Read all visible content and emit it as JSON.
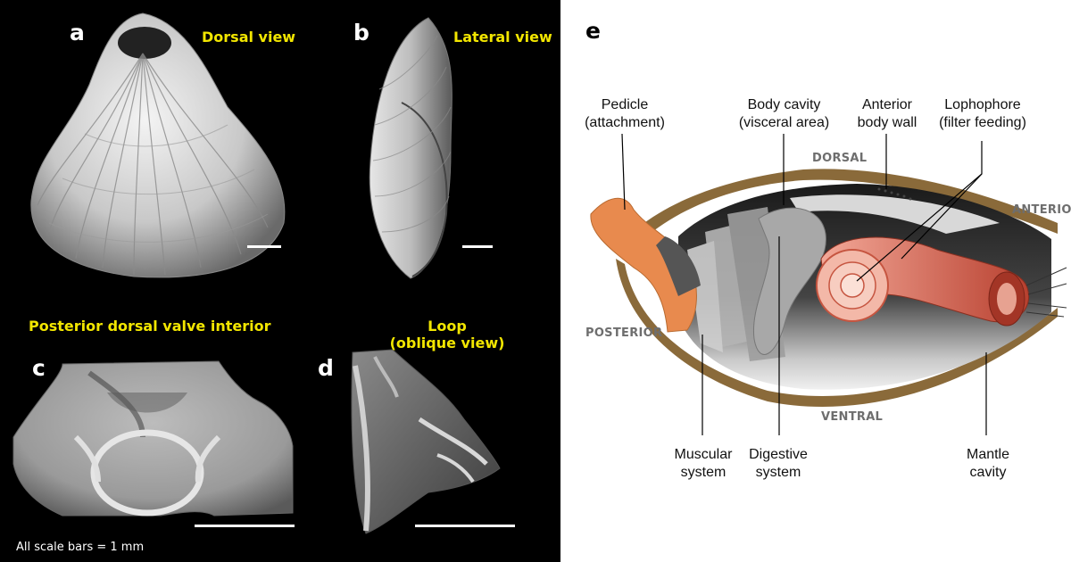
{
  "panels": {
    "a": {
      "letter": "a",
      "label": "Dorsal view"
    },
    "b": {
      "letter": "b",
      "label": "Lateral view"
    },
    "c": {
      "letter": "c",
      "label": "Posterior dorsal valve interior"
    },
    "d": {
      "letter": "d",
      "label_line1": "Loop",
      "label_line2": "(oblique view)"
    },
    "e": {
      "letter": "e"
    }
  },
  "footnote": "All scale bars = 1 mm",
  "anatomy": {
    "orientation": {
      "dorsal": "DORSAL",
      "ventral": "VENTRAL",
      "anterior": "ANTERIOR",
      "posterior": "POSTERIOR"
    },
    "labels": {
      "pedicle": {
        "line1": "Pedicle",
        "line2": "(attachment)"
      },
      "body_cavity": {
        "line1": "Body cavity",
        "line2": "(visceral area)"
      },
      "anterior_body_wall": {
        "line1": "Anterior",
        "line2": "body wall"
      },
      "lophophore": {
        "line1": "Lophophore",
        "line2": "(filter feeding)"
      },
      "muscular_system": {
        "line1": "Muscular",
        "line2": "system"
      },
      "digestive_system": {
        "line1": "Digestive",
        "line2": "system"
      },
      "mantle_cavity": {
        "line1": "Mantle",
        "line2": "cavity"
      }
    }
  },
  "colors": {
    "panel_background": "#000000",
    "label_yellow": "#f2e600",
    "shell_brown": "#8a6a3a",
    "pedicle_orange": "#e88a4e",
    "lophophore_red": "#d0503e"
  }
}
